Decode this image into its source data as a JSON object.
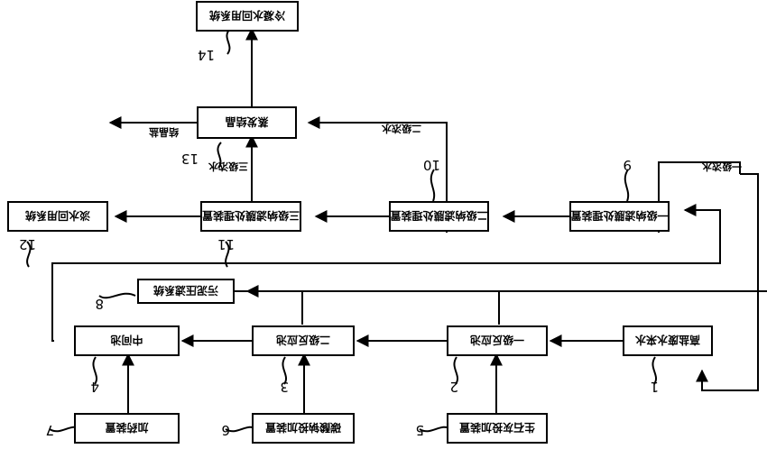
{
  "diagram": {
    "orientation": "rotated-180",
    "line_color": "#000000",
    "nodes": {
      "n1": {
        "ref": "1",
        "label": "高盐废水来水"
      },
      "n2": {
        "ref": "2",
        "label": "一级反应池"
      },
      "n3": {
        "ref": "3",
        "label": "二级反应池"
      },
      "n4": {
        "ref": "4",
        "label": "中间池"
      },
      "n5": {
        "ref": "5",
        "label": "生石灰投加装置"
      },
      "n6": {
        "ref": "6",
        "label": "碳酸钠投加装置"
      },
      "n7": {
        "ref": "7",
        "label": "加药装置"
      },
      "n8": {
        "ref": "8",
        "label": "污泥压滤系统"
      },
      "n9": {
        "ref": "9",
        "label": "一级纳滤膜处理装置"
      },
      "n10": {
        "ref": "10",
        "label": "二级纳滤膜处理装置"
      },
      "n11": {
        "ref": "11",
        "label": "三级纳滤膜处理装置"
      },
      "n12": {
        "ref": "12",
        "label": "淡水回用系统"
      },
      "n13": {
        "ref": "13",
        "label": "蒸发结晶"
      },
      "n14": {
        "ref": "14",
        "label": "冷凝水回用系统"
      }
    },
    "edge_labels": {
      "e1": "一级浓水",
      "e2": "二级浓水",
      "e3": "三级浓水",
      "e4": "结晶盐"
    }
  }
}
